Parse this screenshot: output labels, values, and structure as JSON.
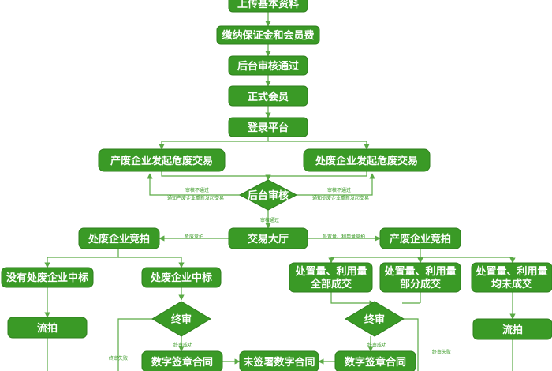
{
  "nodes": {
    "upload": "上传基本资料",
    "deposit": "缴纳保证金和会员费",
    "review1": "后台审核通过",
    "member": "正式会员",
    "login": "登录平台",
    "producer_start": "产废企业发起危废交易",
    "handler_start": "处废企业发起危废交易",
    "review2": "后台审核",
    "hall": "交易大厅",
    "handler_bid": "处废企业竞拍",
    "producer_bid": "产废企业竞拍",
    "no_winner": "没有处废企业中标",
    "winner": "处废企业中标",
    "all_deal_1": "处置量、利用量",
    "all_deal_2": "全部成交",
    "part_deal_1": "处置量、利用量",
    "part_deal_2": "部分成交",
    "none_deal_1": "处置量、利用量",
    "none_deal_2": "均未成交",
    "fail_left": "流拍",
    "fail_right": "流拍",
    "final_left": "终审",
    "final_right": "终审",
    "sign_left": "数字签章合同",
    "unsigned": "未签署数字合同",
    "sign_right": "数字签章合同"
  },
  "notes": {
    "reject_left_1": "审核不通过",
    "reject_left_2": "通知产废企业重新发起交易",
    "reject_right_1": "审核不通过",
    "reject_right_2": "通知处废企业重新发起交易",
    "passed": "审核通过",
    "to_handler_bid": "危废竞拍",
    "to_producer_bid": "处置量、利用量竞拍",
    "final_ok_left": "终审成功",
    "final_fail_left": "终审失败",
    "final_ok_right": "终审成功",
    "final_fail_right": "终审失败"
  },
  "colors": {
    "node_fill": "#3a9a26",
    "node_text": "#ffffff",
    "connector": "#5aaa45"
  }
}
